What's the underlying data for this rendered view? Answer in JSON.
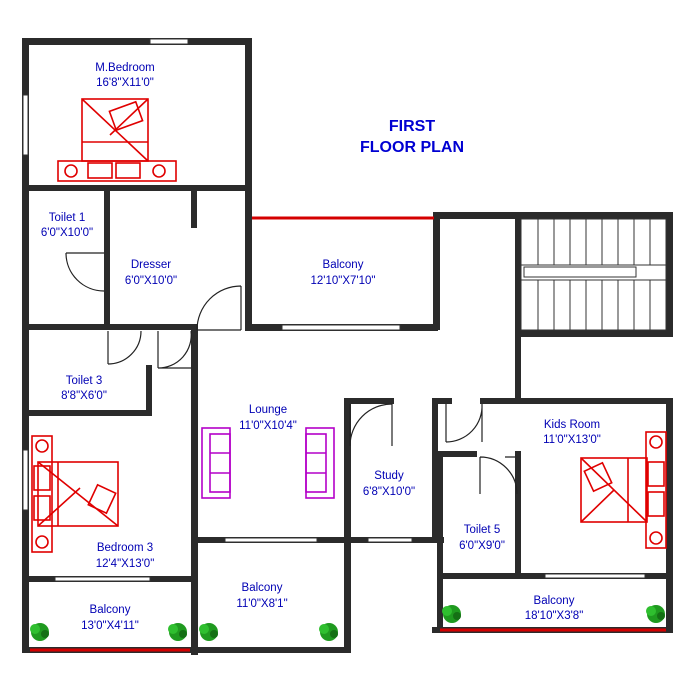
{
  "title": {
    "line1": "FIRST",
    "line2": "FLOOR PLAN"
  },
  "rooms": {
    "master_bedroom": {
      "name": "M.Bedroom",
      "size": "16'8\"X11'0\""
    },
    "toilet1": {
      "name": "Toilet 1",
      "size": "6'0\"X10'0\""
    },
    "dresser": {
      "name": "Dresser",
      "size": "6'0\"X10'0\""
    },
    "balcony_top": {
      "name": "Balcony",
      "size": "12'10\"X7'10\""
    },
    "toilet3": {
      "name": "Toilet 3",
      "size": "8'8\"X6'0\""
    },
    "lounge": {
      "name": "Lounge",
      "size": "11'0\"X10'4\""
    },
    "study": {
      "name": "Study",
      "size": "6'8\"X10'0\""
    },
    "kids_room": {
      "name": "Kids Room",
      "size": "11'0\"X13'0\""
    },
    "toilet5": {
      "name": "Toilet 5",
      "size": "6'0\"X9'0\""
    },
    "bedroom3": {
      "name": "Bedroom 3",
      "size": "12'4\"X13'0\""
    },
    "balcony_left": {
      "name": "Balcony",
      "size": "13'0\"X4'11\""
    },
    "balcony_mid": {
      "name": "Balcony",
      "size": "11'0\"X8'1\""
    },
    "balcony_right": {
      "name": "Balcony",
      "size": "18'10\"X3'8\""
    }
  },
  "colors": {
    "walls": "#2b2b2b",
    "labels": "#0000b4",
    "beds": "#e00000",
    "sofas": "#b400c8",
    "plants": "#1f9a1f",
    "balcony_edge": "#d40000"
  },
  "icons": {
    "bed": "double-bed-icon",
    "sofa": "sofa-icon",
    "plant": "plant-icon",
    "stairs": "staircase-icon",
    "door": "door-swing-icon"
  }
}
